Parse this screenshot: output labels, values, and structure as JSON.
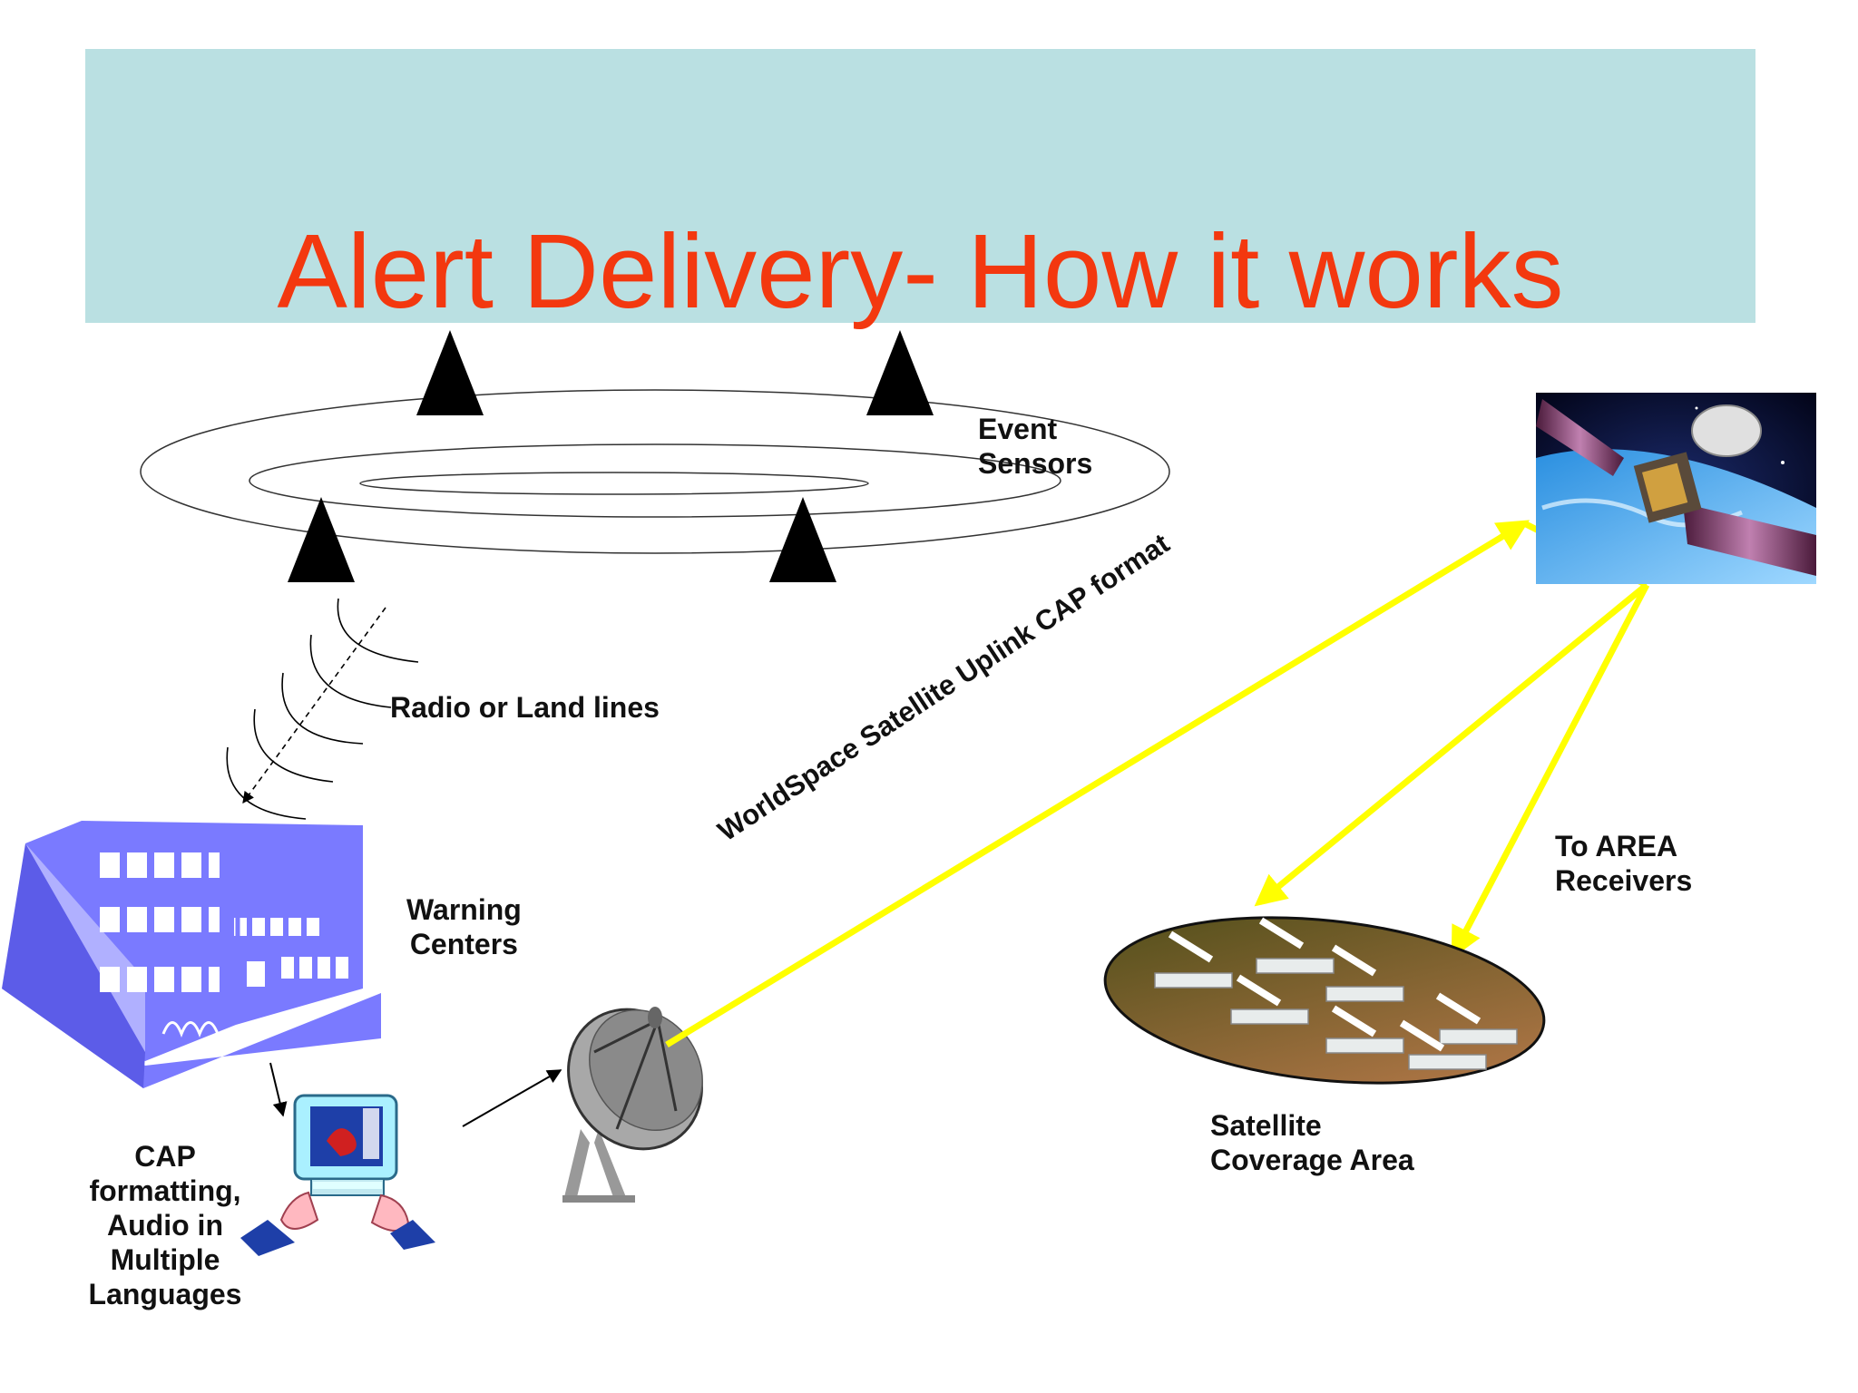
{
  "slide": {
    "title": "Alert Delivery- How it works",
    "banner_color": "#bae0e2",
    "title_color": "#f3380f"
  },
  "labels": {
    "event_sensors": [
      "Event",
      "Sensors"
    ],
    "radio_land": "Radio or Land lines",
    "warning_centers": [
      "Warning",
      "Centers"
    ],
    "cap_formatting": [
      "CAP",
      "formatting,",
      "Audio in",
      "Multiple",
      "Languages"
    ],
    "uplink": "WorldSpace Satellite Uplink CAP format",
    "to_area": [
      "To AREA",
      "Receivers"
    ],
    "coverage": [
      "Satellite",
      "Coverage Area"
    ]
  },
  "colors": {
    "beam": "#ffff00",
    "building": "#7a7aff",
    "coverage_area_start": "#5a5a1a",
    "coverage_area_end": "#b8784a"
  },
  "icons": [
    "sensor-triangle-icon",
    "building-icon",
    "computer-operator-icon",
    "satellite-dish-icon",
    "satellite-icon",
    "receiver-icon"
  ]
}
